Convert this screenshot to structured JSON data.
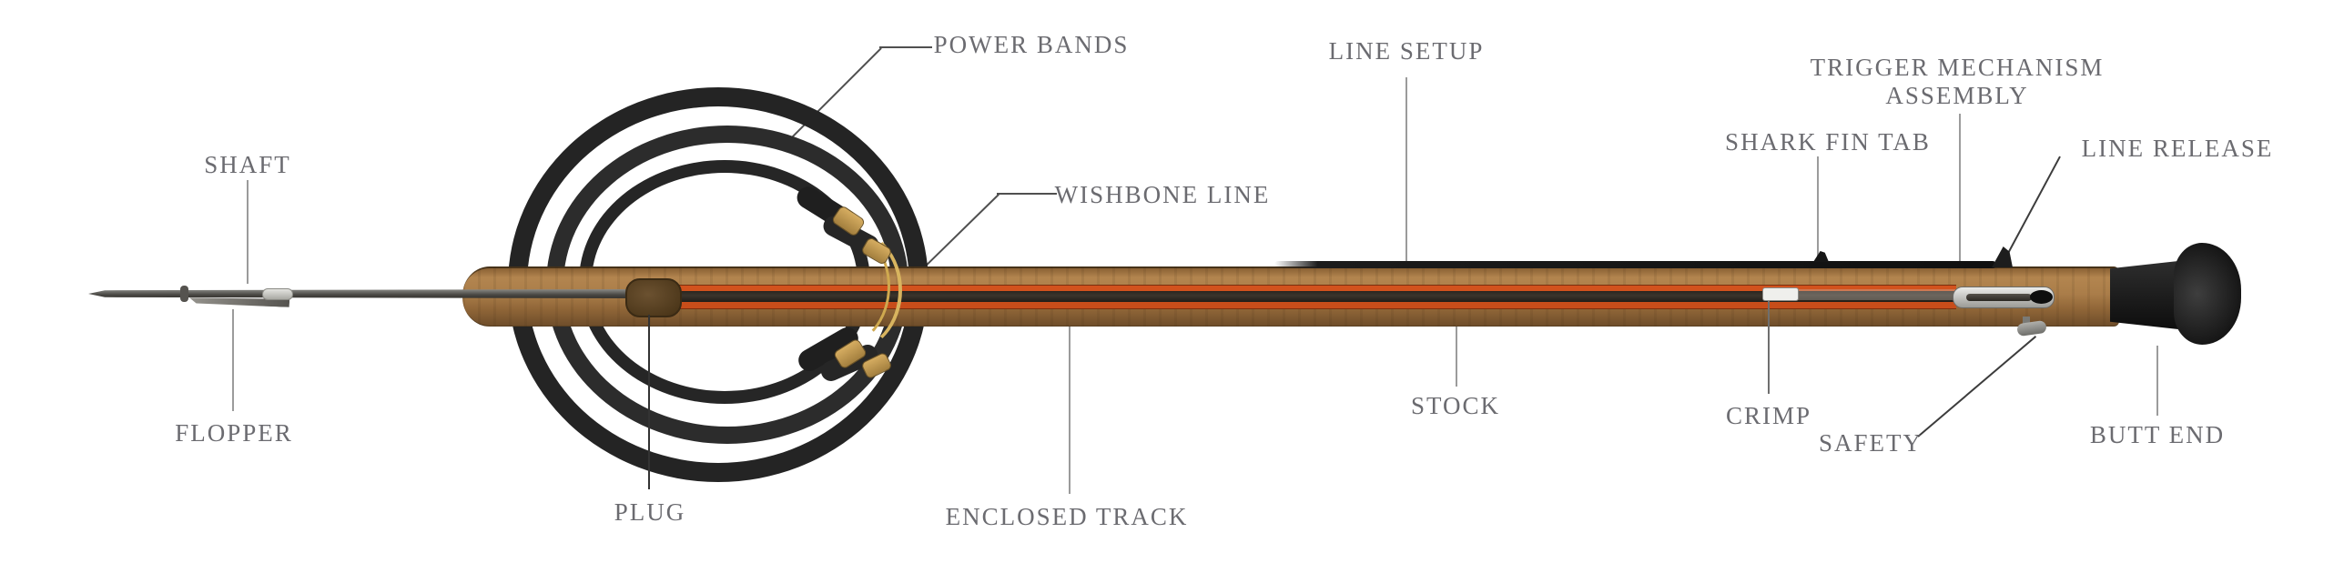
{
  "diagram": {
    "subject": "speargun-parts-diagram",
    "labels": {
      "shaft": "SHAFT",
      "power_bands": "POWER BANDS",
      "line_setup": "LINE SETUP",
      "wishbone_line": "WISHBONE LINE",
      "trigger_mechanism_line1": "TRIGGER MECHANISM",
      "trigger_mechanism_line2": "ASSEMBLY",
      "shark_fin_tab": "SHARK FIN TAB",
      "line_release": "LINE RELEASE",
      "flopper": "FLOPPER",
      "plug": "PLUG",
      "enclosed_track": "ENCLOSED TRACK",
      "stock": "STOCK",
      "crimp": "CRIMP",
      "safety": "SAFETY",
      "butt_end": "BUTT END"
    },
    "colors": {
      "background": "#ffffff",
      "label_text": "#6b6b70",
      "leader_light": "#9b9b9b",
      "leader_dark": "#4f4f4f",
      "wood": "#aa7d49",
      "shooting_line_orange": "#d2521d",
      "band_rubber_black": "#242424",
      "wishbone_tan": "#d8b45f",
      "steel": "#c9c9c6",
      "butt_black": "#1a1a1a"
    }
  }
}
